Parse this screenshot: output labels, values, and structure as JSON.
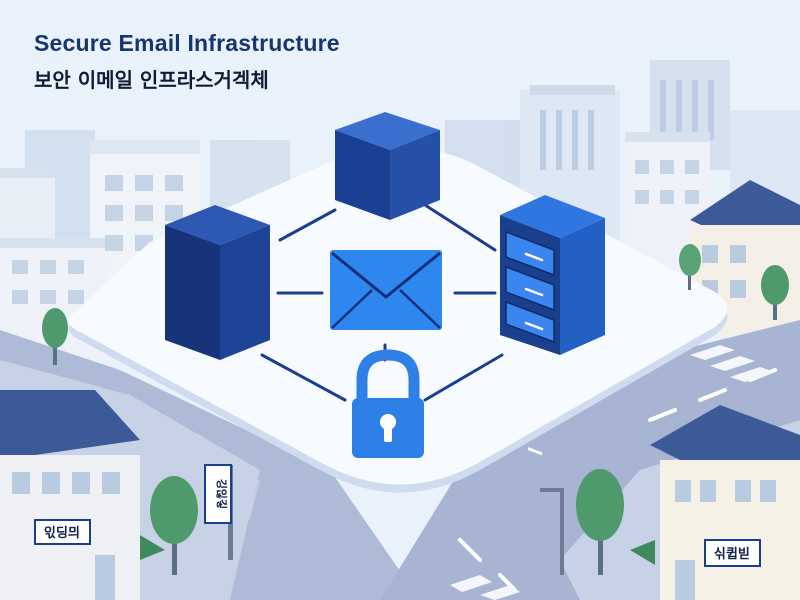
{
  "header": {
    "title": "Secure Email Infrastructure",
    "subtitle": "보안 이메일 인프라스거겍체"
  },
  "signs": {
    "left_building": "읷딩믜",
    "pole": "깅읺깋",
    "right_building": "싞큅빋"
  },
  "icons": [
    "database-cube-icon",
    "server-block-icon",
    "server-rack-icon",
    "email-envelope-icon",
    "padlock-icon"
  ],
  "colors": {
    "sky": "#e9f1fa",
    "platform": "#f7fbff",
    "icon_dark": "#1a3f8f",
    "icon_bright": "#2e7fe6",
    "road": "#a8b5d3",
    "tree": "#4f9a6c"
  }
}
